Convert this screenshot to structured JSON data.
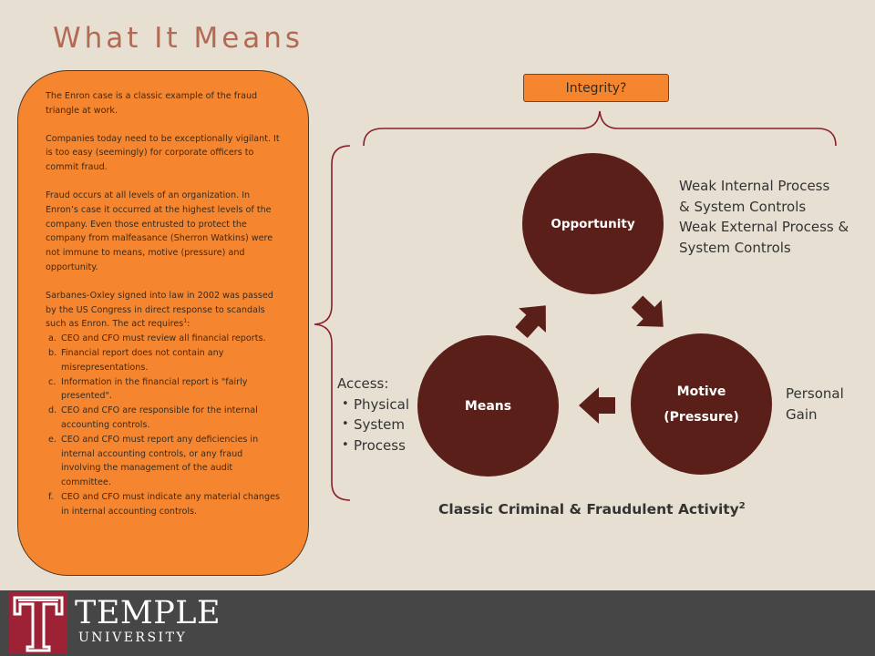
{
  "title": "What It Means",
  "left_panel": {
    "paragraph_1": "The Enron case is a classic example of the fraud triangle at work.",
    "paragraph_2": "Companies today need to be exceptionally vigilant. It is too easy (seemingly) for corporate officers to commit fraud.",
    "paragraph_3": "Fraud occurs at all levels of an organization.  In Enron’s case it occurred at the highest levels of the company. Even those entrusted to protect the company from malfeasance (Sherron Watkins) were not immune to means, motive (pressure) and opportunity.",
    "paragraph_4": "Sarbanes-Oxley signed into law in 2002 was passed by the US Congress in direct response to scandals such as Enron. The act requires",
    "paragraph_4_sup": "1",
    "paragraph_4_end": ":",
    "requirements": [
      {
        "marker": "a.",
        "text": "CEO and CFO must review all financial reports."
      },
      {
        "marker": "b.",
        "text": "Financial report does not contain any misrepresentations."
      },
      {
        "marker": "c.",
        "text": "Information in the financial report is \"fairly presented\"."
      },
      {
        "marker": "d.",
        "text": "CEO and CFO are responsible for the internal accounting controls."
      },
      {
        "marker": "e.",
        "text": "CEO and CFO must report any deficiencies in internal accounting controls, or any fraud involving the management  of the audit committee."
      },
      {
        "marker": "f.",
        "text": "CEO and CFO must indicate any material changes in internal accounting controls."
      }
    ]
  },
  "integrity_label": "Integrity?",
  "diagram": {
    "opportunity": "Opportunity",
    "means": "Means",
    "motive": "Motive",
    "motive_sub": "(Pressure)",
    "opportunity_notes": [
      "Weak Internal Process",
      "& System Controls",
      "Weak External Process & System Controls"
    ],
    "motive_notes": "Personal Gain",
    "access_label": "Access:",
    "access_items": [
      "Physical",
      "System",
      "Process"
    ],
    "caption": "Classic Criminal & Fraudulent Activity",
    "caption_sup": "2",
    "colors": {
      "circle": "#5a1f18",
      "accent": "#f5862f",
      "title": "#b36a55"
    }
  },
  "footer": {
    "logo_line_1": "TEMPLE",
    "logo_line_2": "UNIVERSITY"
  }
}
